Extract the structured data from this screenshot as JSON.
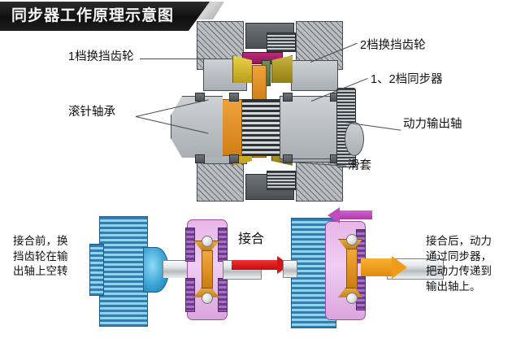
{
  "title": {
    "text": "同步器工作原理示意图"
  },
  "top_diagram": {
    "labels": {
      "gear1": "1档换挡齿轮",
      "gear2": "2档换挡齿轮",
      "synchronizer": "1、2档同步器",
      "bearing": "滚针轴承",
      "output_shaft": "动力输出轴",
      "sliding_sleeve": "滑套"
    }
  },
  "bottom_diagram": {
    "before_text": "接合前，换\n挡齿轮在输\n出轴上空转",
    "before_lines": [
      "接合前，换",
      "挡齿轮在输",
      "出轴上空转"
    ],
    "engage_label": "接合",
    "after_lines": [
      "接合后，动力",
      "通过同步器，",
      "把动力传递到",
      "输出轴上。"
    ],
    "arrows": {
      "engage_arrow": "red-right-arrow",
      "power_arrow": "orange-right-arrow",
      "sleeve_move_arrow": "magenta-left-arrow"
    }
  },
  "colors": {
    "banner_bg": "#101010",
    "banner_text": "#f6f6f6",
    "gear_blue": "#2f7fb5",
    "sleeve_pink": "#e7b6e8",
    "sleeve_teeth_purple": "#6b3b8e",
    "hub_orange": "#e09020",
    "arrow_red": "#d51414",
    "arrow_orange": "#ef9c18",
    "arrow_magenta": "#c04bbd",
    "section_yellow": "#e8d24a",
    "section_magenta": "#c0297a",
    "metal_gray": "#b9bcc0"
  }
}
